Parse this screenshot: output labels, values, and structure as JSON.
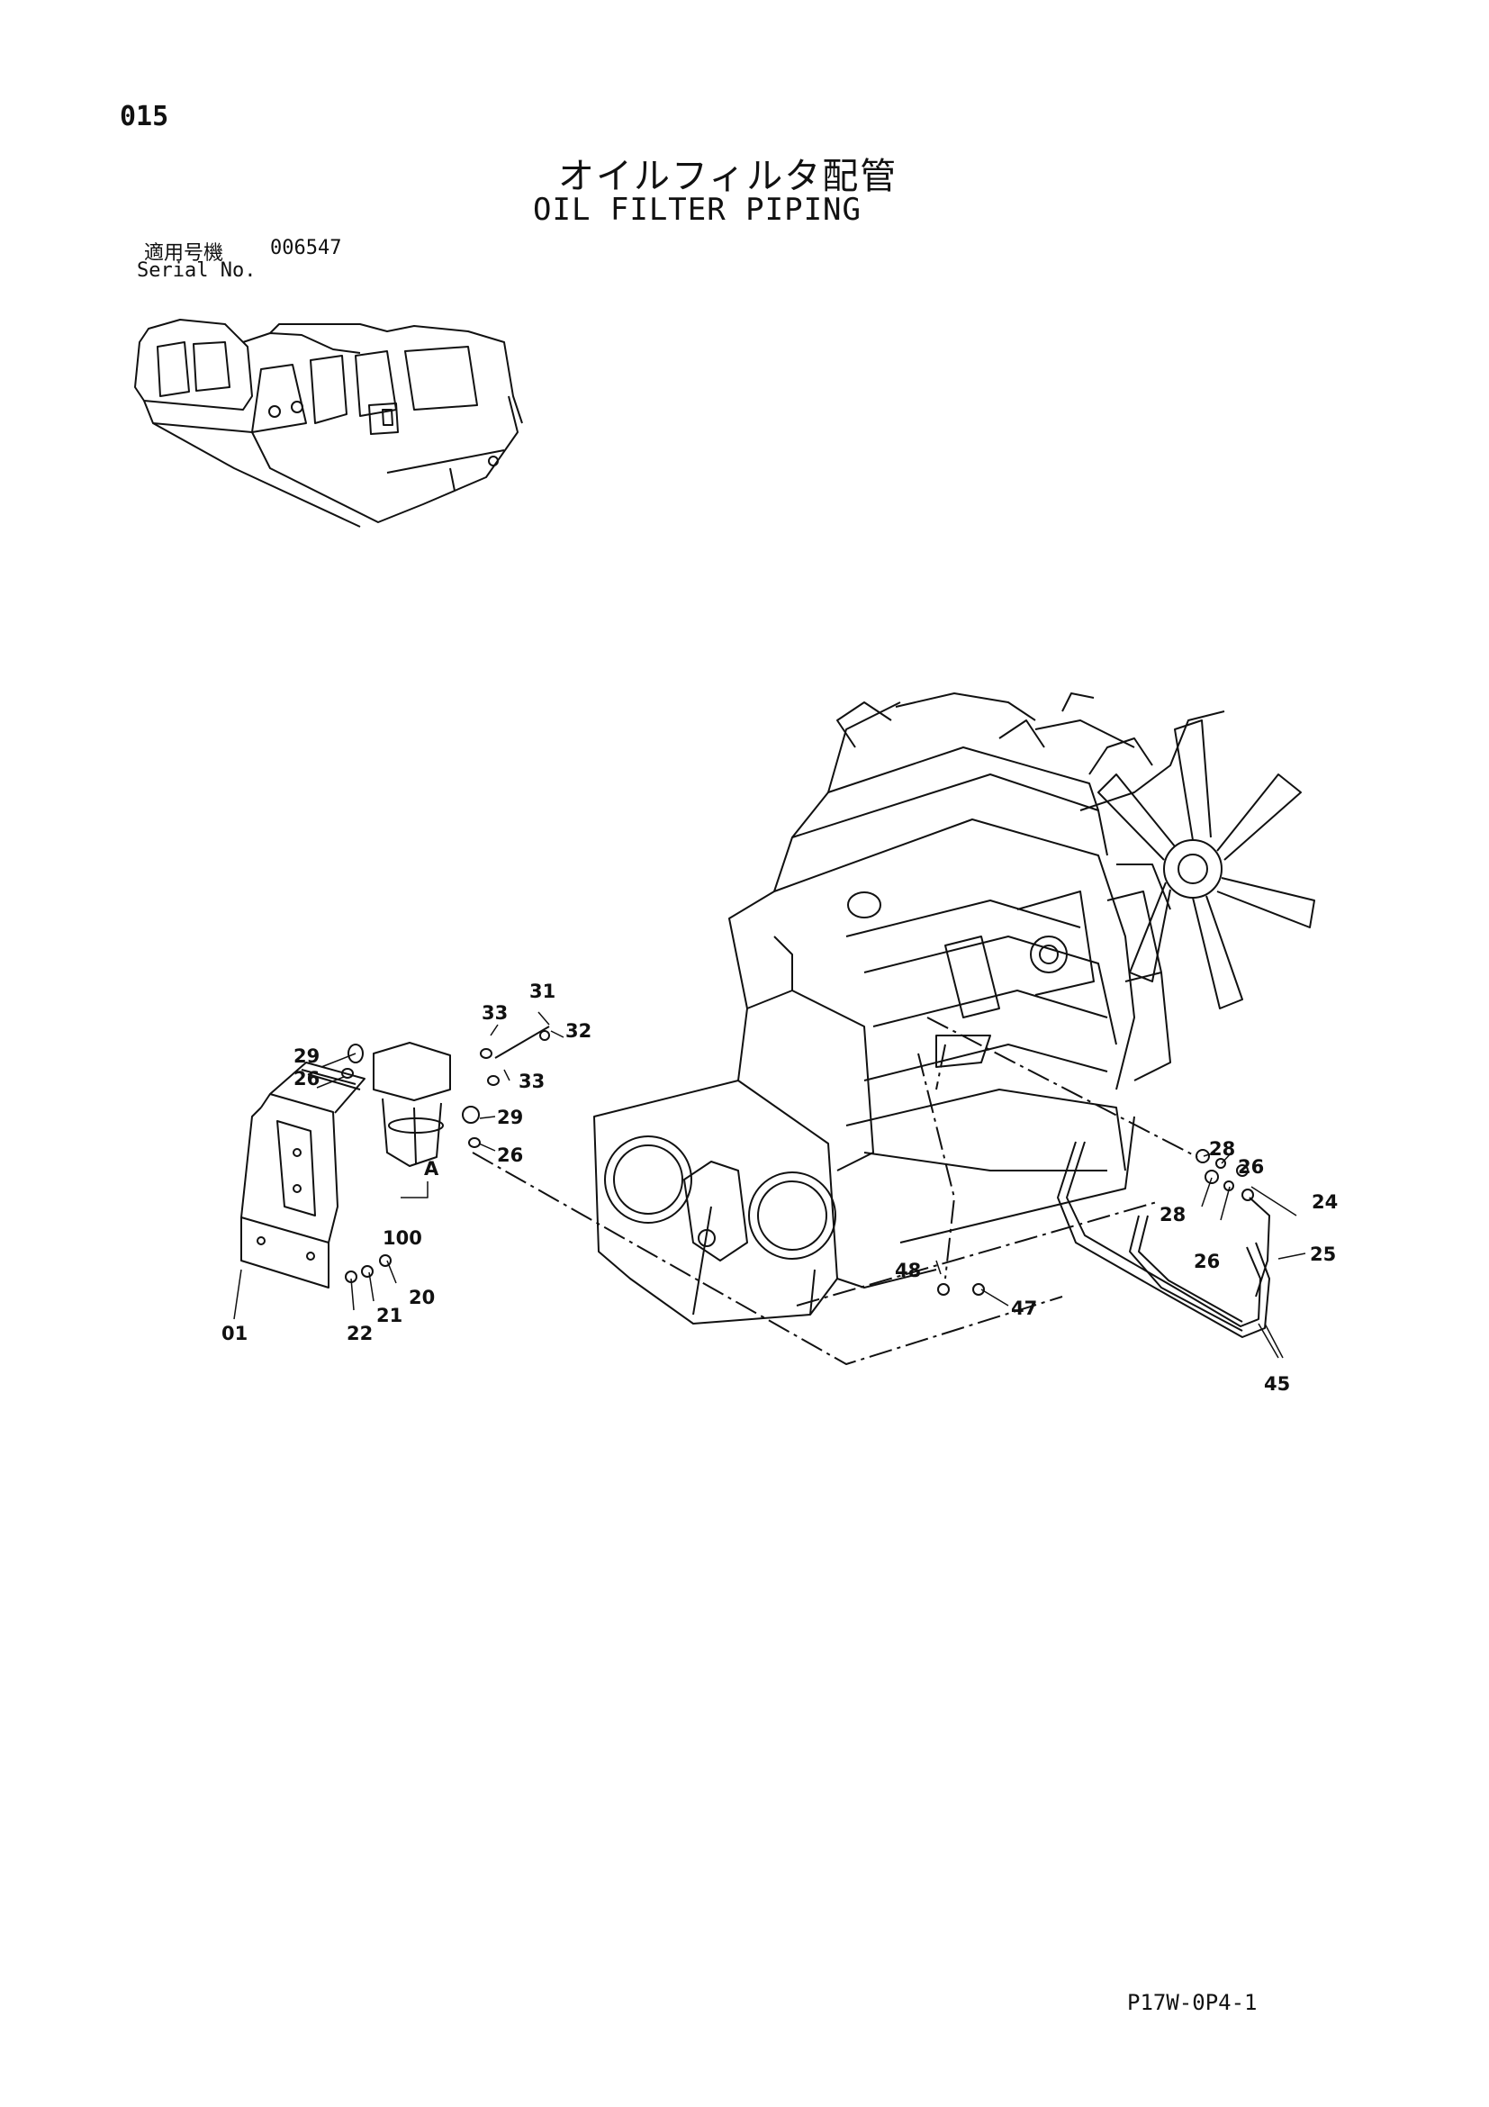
{
  "header": {
    "page_number": "015",
    "title_jp": "オイルフィルタ配管",
    "title_en": "OIL FILTER PIPING",
    "serial_label_jp": "適用号機",
    "serial_value": "006547",
    "serial_label_en": "Serial No."
  },
  "footer": {
    "doc_code": "P17W-0P4-1"
  },
  "diagram": {
    "view_label": "A",
    "callouts": [
      {
        "id": "c31",
        "text": "31"
      },
      {
        "id": "c33a",
        "text": "33"
      },
      {
        "id": "c32",
        "text": "32"
      },
      {
        "id": "c33b",
        "text": "33"
      },
      {
        "id": "c29a",
        "text": "29"
      },
      {
        "id": "c26a",
        "text": "26"
      },
      {
        "id": "c29b",
        "text": "29"
      },
      {
        "id": "c26b",
        "text": "26"
      },
      {
        "id": "c100",
        "text": "100"
      },
      {
        "id": "c20",
        "text": "20"
      },
      {
        "id": "c21",
        "text": "21"
      },
      {
        "id": "c22",
        "text": "22"
      },
      {
        "id": "c01",
        "text": "01"
      },
      {
        "id": "c28a",
        "text": "28"
      },
      {
        "id": "c26c",
        "text": "26"
      },
      {
        "id": "c24",
        "text": "24"
      },
      {
        "id": "c28b",
        "text": "28"
      },
      {
        "id": "c26d",
        "text": "26"
      },
      {
        "id": "c25",
        "text": "25"
      },
      {
        "id": "c48",
        "text": "48"
      },
      {
        "id": "c47",
        "text": "47"
      },
      {
        "id": "c45",
        "text": "45"
      }
    ]
  }
}
